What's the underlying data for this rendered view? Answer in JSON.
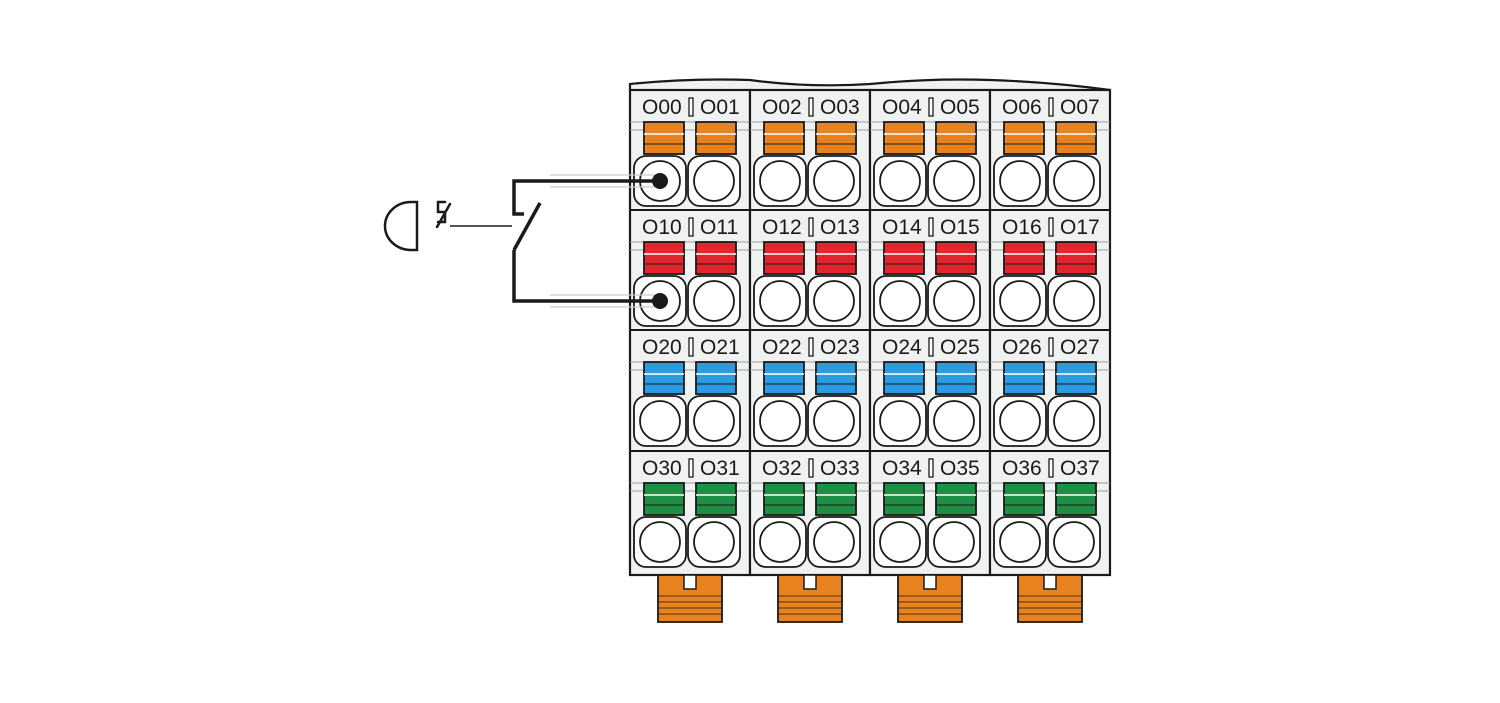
{
  "colors": {
    "housing": "#f0f1f1",
    "outline": "#1a1a1a",
    "row_colors": [
      "#e8821f",
      "#e3262d",
      "#2a9be0",
      "#1f8f45"
    ],
    "plug": "#e8821f"
  },
  "icons": [
    "emergency-stop-icon",
    "switch-contact-icon"
  ],
  "labels": [
    [
      "O00",
      "O01",
      "O02",
      "O03",
      "O04",
      "O05",
      "O06",
      "O07"
    ],
    [
      "O10",
      "O11",
      "O12",
      "O13",
      "O14",
      "O15",
      "O16",
      "O17"
    ],
    [
      "O20",
      "O21",
      "O22",
      "O23",
      "O24",
      "O25",
      "O26",
      "O27"
    ],
    [
      "O30",
      "O31",
      "O32",
      "O33",
      "O34",
      "O35",
      "O36",
      "O37"
    ]
  ],
  "wired_terminals": [
    "O00",
    "O10"
  ]
}
